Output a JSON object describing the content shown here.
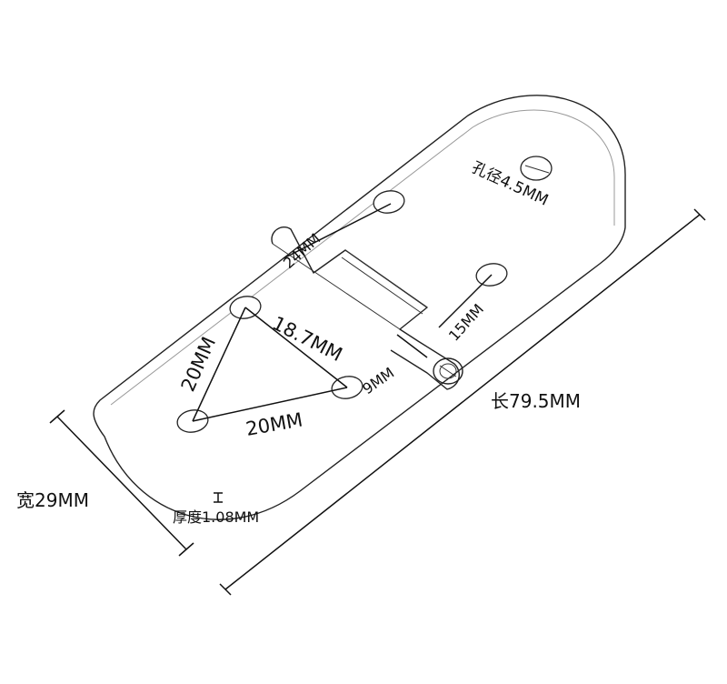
{
  "diagram": {
    "labels": {
      "hole_diameter": "孔径4.5MM",
      "dim_24": "24MM",
      "dim_18_7": "18.7MM",
      "dim_20_left": "20MM",
      "dim_20_bottom": "20MM",
      "dim_15": "15MM",
      "dim_9": "9MM",
      "length": "长79.5MM",
      "width": "宽29MM",
      "thickness": "厚度1.08MM"
    }
  }
}
